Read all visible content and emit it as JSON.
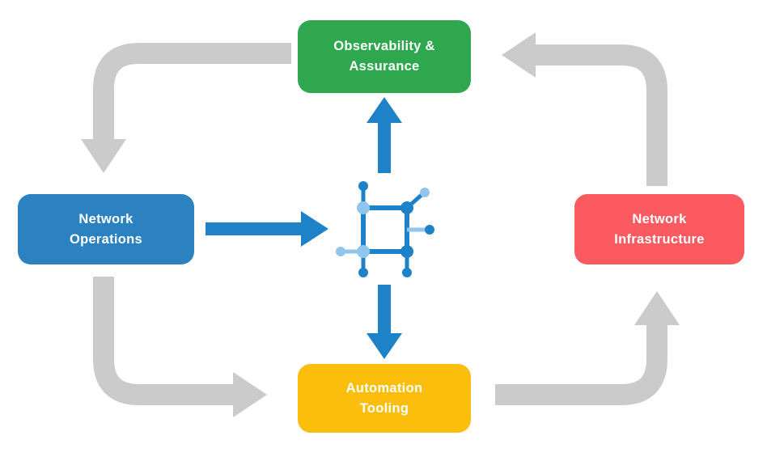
{
  "diagram": {
    "nodes": {
      "observability": {
        "label": "Observability &\nAssurance",
        "color": "#2EA74E"
      },
      "operations": {
        "label": "Network\nOperations",
        "color": "#2C82C0"
      },
      "infrastructure": {
        "label": "Network\nInfrastructure",
        "color": "#FA5A60"
      },
      "automation": {
        "label": "Automation\nTooling",
        "color": "#FBBE0C"
      }
    },
    "icon": {
      "name": "network-nodes-icon",
      "primary": "#1E82C8",
      "secondary": "#90C6EC"
    },
    "colors": {
      "cycle_arrow": "#CBCBCB",
      "flow_arrow": "#1E82C8",
      "background": "#FFFFFF"
    }
  }
}
